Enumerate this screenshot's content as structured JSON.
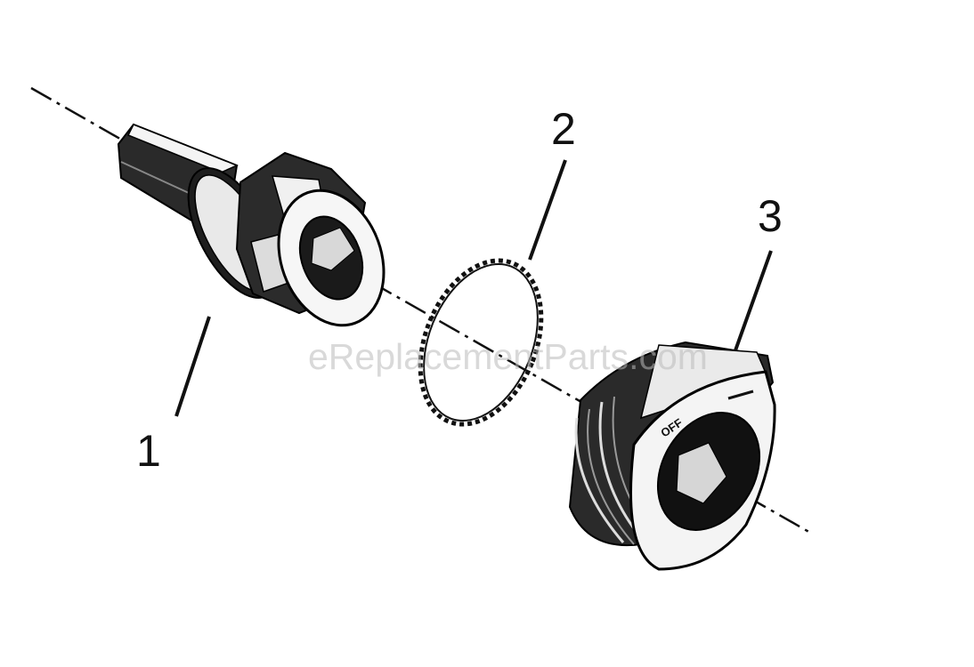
{
  "diagram": {
    "callouts": [
      {
        "id": "1",
        "text": "1"
      },
      {
        "id": "2",
        "text": "2"
      },
      {
        "id": "3",
        "text": "3"
      }
    ],
    "watermark": "eReplacementParts.com",
    "knob_marking": "OFF"
  }
}
